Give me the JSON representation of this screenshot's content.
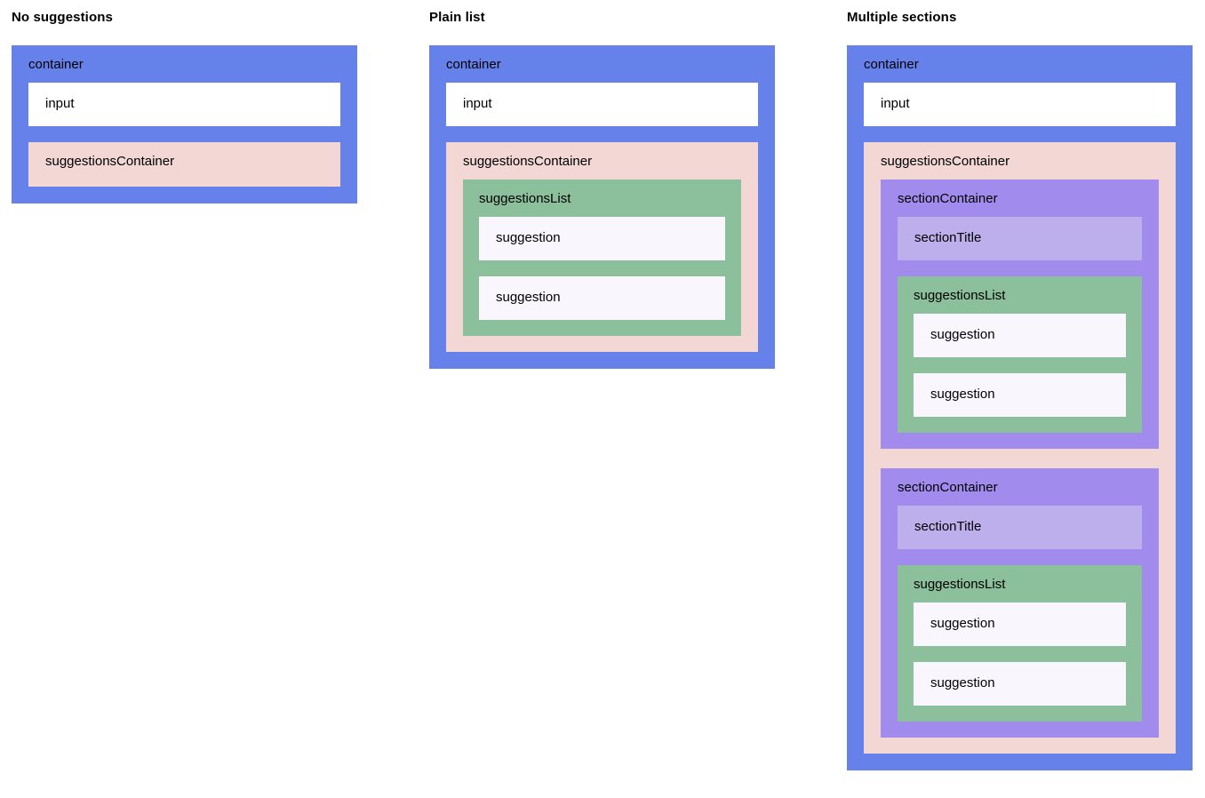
{
  "labels": {
    "container": "container",
    "input": "input",
    "suggestions_container": "suggestionsContainer",
    "suggestions_list": "suggestionsList",
    "suggestion": "suggestion",
    "section_container": "sectionContainer",
    "section_title": "sectionTitle"
  },
  "colors": {
    "container": "#6781eb",
    "input": "#ffffff",
    "suggestions_container": "#f2d7d5",
    "suggestions_list": "#8cbf9b",
    "suggestion": "#f9f7fd",
    "section_container": "#a18ced",
    "section_title": "#bcafeb",
    "page_background": "#ffffff",
    "text": "#000000"
  },
  "columns": [
    {
      "heading": "No suggestions",
      "container": {
        "label": "container",
        "input": {
          "label": "input"
        },
        "suggestions_container": {
          "label": "suggestionsContainer",
          "sections": [],
          "suggestions": []
        }
      }
    },
    {
      "heading": "Plain list",
      "container": {
        "label": "container",
        "input": {
          "label": "input"
        },
        "suggestions_container": {
          "label": "suggestionsContainer",
          "suggestions_list": {
            "label": "suggestionsList",
            "suggestions": [
              {
                "label": "suggestion"
              },
              {
                "label": "suggestion"
              }
            ]
          }
        }
      }
    },
    {
      "heading": "Multiple sections",
      "container": {
        "label": "container",
        "input": {
          "label": "input"
        },
        "suggestions_container": {
          "label": "suggestionsContainer",
          "sections": [
            {
              "label": "sectionContainer",
              "title": {
                "label": "sectionTitle"
              },
              "suggestions_list": {
                "label": "suggestionsList",
                "suggestions": [
                  {
                    "label": "suggestion"
                  },
                  {
                    "label": "suggestion"
                  }
                ]
              }
            },
            {
              "label": "sectionContainer",
              "title": {
                "label": "sectionTitle"
              },
              "suggestions_list": {
                "label": "suggestionsList",
                "suggestions": [
                  {
                    "label": "suggestion"
                  },
                  {
                    "label": "suggestion"
                  }
                ]
              }
            }
          ]
        }
      }
    }
  ]
}
